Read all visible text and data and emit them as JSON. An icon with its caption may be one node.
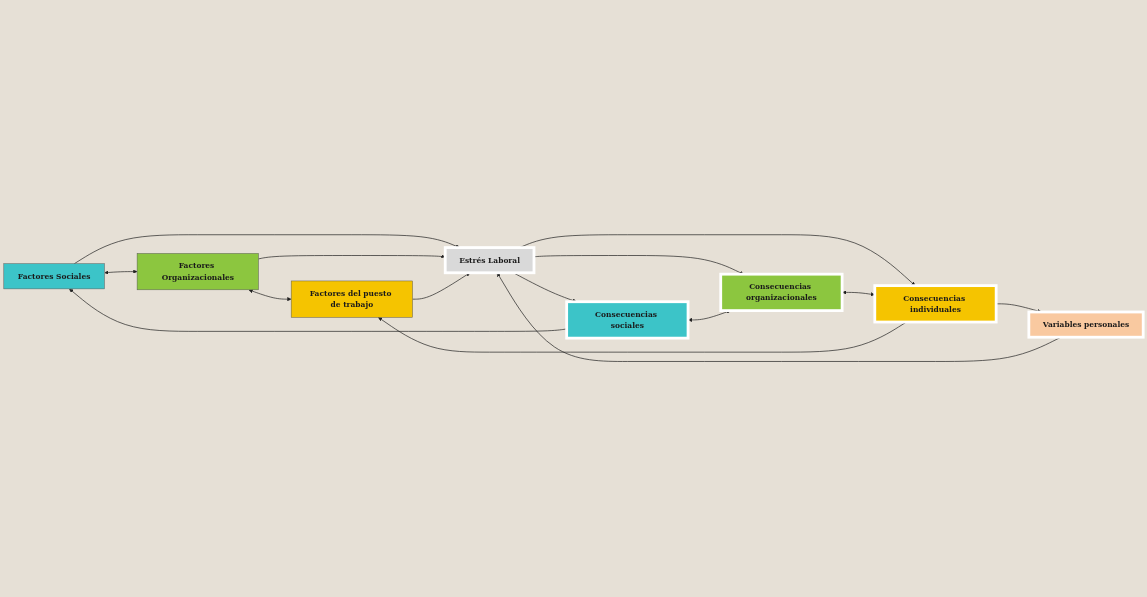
{
  "diagram": {
    "nodes": [
      {
        "text": [
          "Factores Sociales"
        ]
      },
      {
        "text": [
          "Factores Organizacionales"
        ]
      },
      {
        "text": [
          "Factores del puesto de trabajo"
        ]
      },
      {
        "text": [
          "Estrés Laboral"
        ]
      },
      {
        "text": [
          "Variables personales"
        ]
      },
      {
        "text": [
          "Consecuencias sociales"
        ]
      },
      {
        "text": [
          "Consecuencias organizacionales"
        ]
      },
      {
        "text": [
          "Consecuencias individuales"
        ]
      }
    ],
    "edges": [
      {
        "from": 0,
        "to": 1,
        "arrow": "both"
      },
      {
        "from": 1,
        "to": 2,
        "arrow": "both"
      },
      {
        "from": 0,
        "to": 3,
        "arrow": "to"
      },
      {
        "from": 1,
        "to": 3,
        "arrow": "to"
      },
      {
        "from": 2,
        "to": 3,
        "arrow": "to"
      },
      {
        "from": 3,
        "to": 5,
        "arrow": "to"
      },
      {
        "from": 3,
        "to": 6,
        "arrow": "to"
      },
      {
        "from": 3,
        "to": 7,
        "arrow": "to"
      },
      {
        "from": 5,
        "to": 6,
        "arrow": "both"
      },
      {
        "from": 6,
        "to": 7,
        "arrow": "both"
      },
      {
        "from": 4,
        "to": 3,
        "arrow": "to"
      },
      {
        "from": 5,
        "to": 0,
        "arrow": "to"
      },
      {
        "from": 7,
        "to": 2,
        "arrow": "to"
      },
      {
        "from": 7,
        "to": 4,
        "arrow": "to"
      }
    ]
  }
}
